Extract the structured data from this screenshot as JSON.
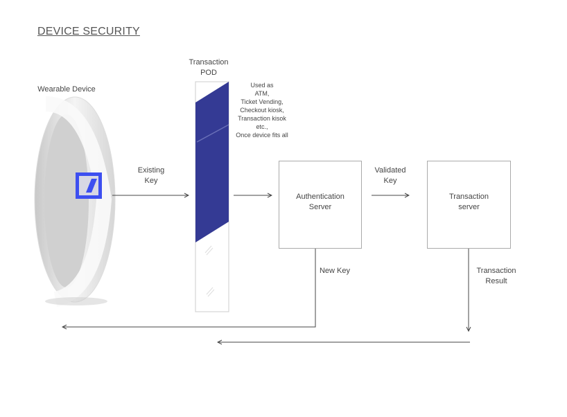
{
  "title": "DEVICE SECURITY",
  "wearable": {
    "label": "Wearable Device"
  },
  "pod": {
    "label_line1": "Transaction",
    "label_line2": "POD",
    "notes": [
      "Used as",
      "ATM,",
      "Ticket Vending,",
      "Checkout kiosk,",
      "Transaction kisok",
      "etc.,",
      "Once device fits all"
    ]
  },
  "arrows": {
    "existing_key": [
      "Existing",
      "Key"
    ],
    "validated_key": [
      "Validated",
      "Key"
    ],
    "new_key": "New Key",
    "transaction_result": [
      "Transaction",
      "Result"
    ]
  },
  "auth_server": [
    "Authentication",
    "Server"
  ],
  "transaction_server": [
    "Transaction",
    "server"
  ],
  "colors": {
    "pod_blue": "#343a94",
    "logo_blue": "#3d4ff0"
  }
}
